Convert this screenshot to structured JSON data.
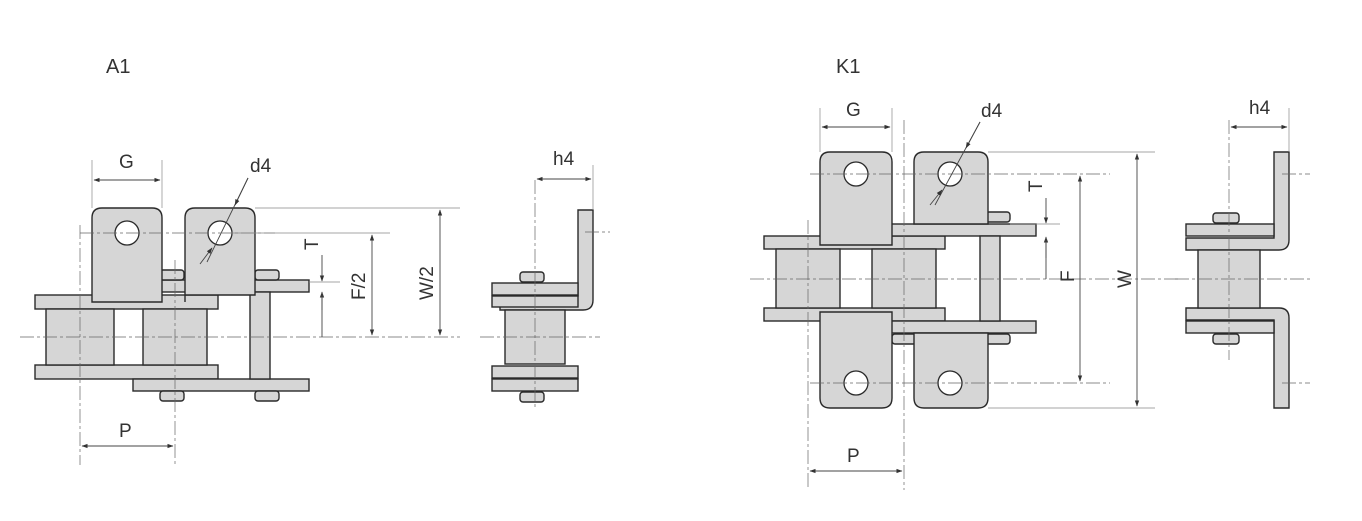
{
  "left": {
    "title": "A1",
    "labels": {
      "g": "G",
      "d4": "d4",
      "t": "T",
      "f2": "F/2",
      "w2": "W/2",
      "p": "P",
      "h4": "h4"
    }
  },
  "right": {
    "title": "K1",
    "labels": {
      "g": "G",
      "d4": "d4",
      "t": "T",
      "f": "F",
      "w": "W",
      "p": "P",
      "h4": "h4"
    }
  }
}
